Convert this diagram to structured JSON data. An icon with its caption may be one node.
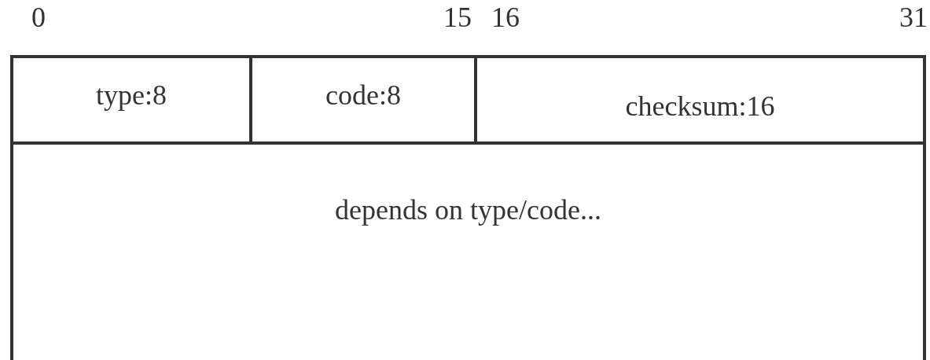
{
  "diagram": {
    "nodes": [
      {
        "text": [
          "type:8"
        ]
      },
      {
        "text": [
          "code:8"
        ]
      },
      {
        "text": [
          "checksum:16"
        ]
      },
      {
        "text": [
          "depends on type/code..."
        ]
      }
    ],
    "labels": [
      "0",
      "15",
      "16",
      "31"
    ]
  }
}
